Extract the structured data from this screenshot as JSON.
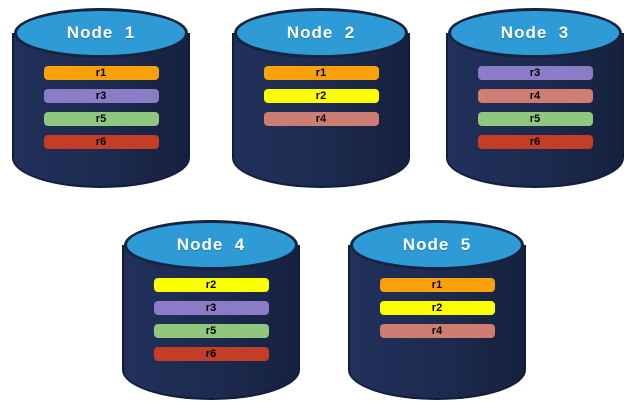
{
  "diagram": {
    "description": "Five database nodes with replicated partitions",
    "replica_colors": {
      "r1": "#f9a00b",
      "r2": "#fcff00",
      "r3": "#8a7cc6",
      "r4": "#ce7d72",
      "r5": "#8fc87d",
      "r6": "#c33d27"
    },
    "node_body_color": "#1c2a4e",
    "node_cap_color": "#2e9bd6",
    "nodes": [
      {
        "label": "Node  1",
        "replicas": [
          "r1",
          "r3",
          "r5",
          "r6"
        ]
      },
      {
        "label": "Node  2",
        "replicas": [
          "r1",
          "r2",
          "r4"
        ]
      },
      {
        "label": "Node  3",
        "replicas": [
          "r3",
          "r4",
          "r5",
          "r6"
        ]
      },
      {
        "label": "Node  4",
        "replicas": [
          "r2",
          "r3",
          "r5",
          "r6"
        ]
      },
      {
        "label": "Node  5",
        "replicas": [
          "r1",
          "r2",
          "r4"
        ]
      }
    ]
  }
}
